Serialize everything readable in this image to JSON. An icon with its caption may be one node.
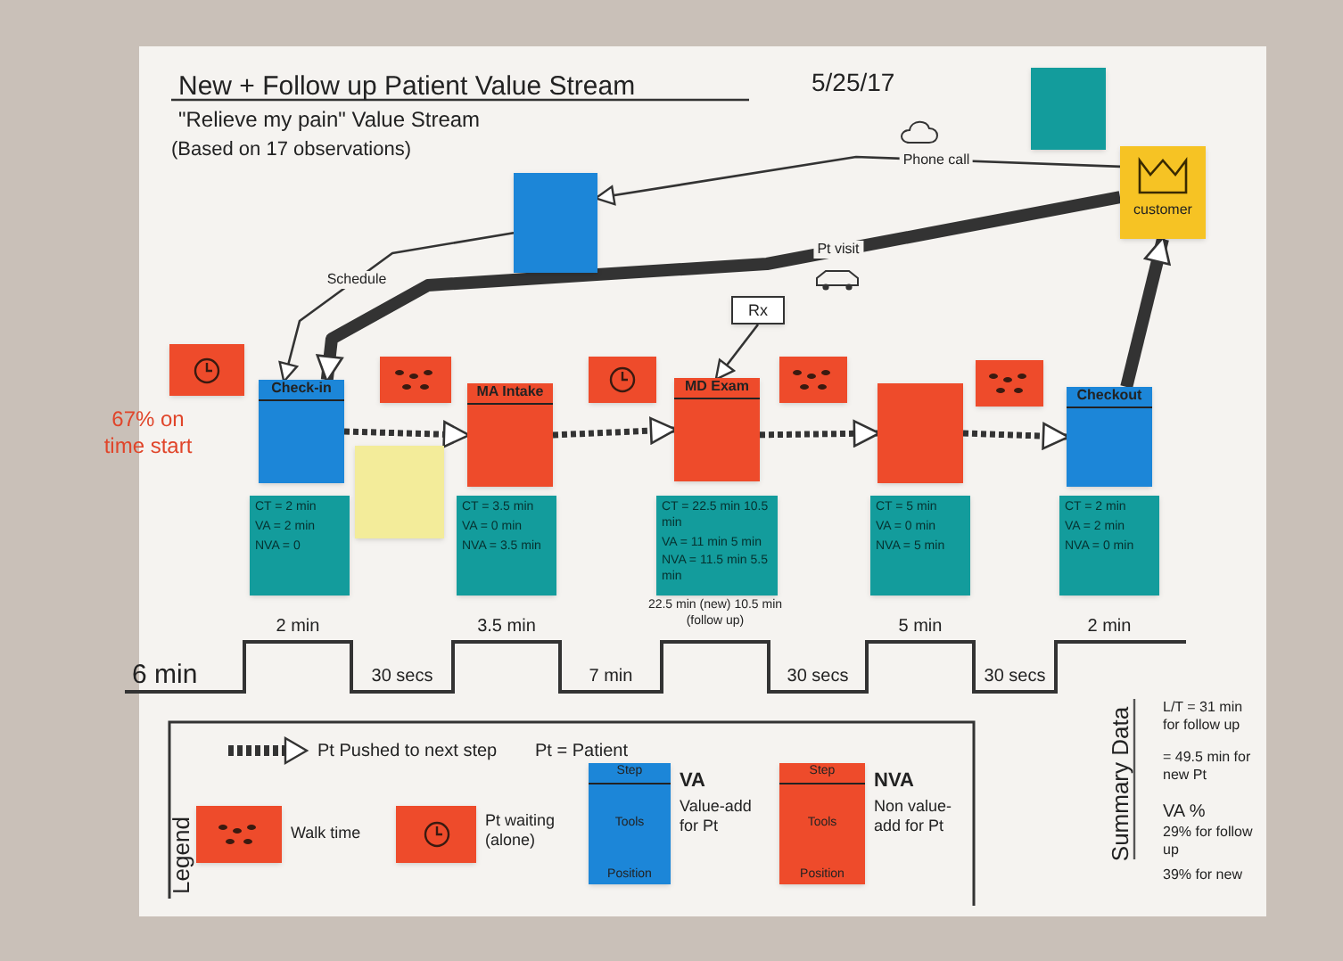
{
  "diagram": {
    "title": "New + Follow up Patient Value Stream",
    "nodes": [
      {
        "text": [],
        "shape": "box"
      },
      {
        "text": [
          "customer"
        ]
      },
      {
        "text": [],
        "shape": "box"
      },
      {
        "text": [
          "Rx"
        ]
      },
      {
        "text": [],
        "shape": "box"
      },
      {
        "text": [
          "Check-in"
        ]
      },
      {
        "text": [],
        "shape": "box"
      },
      {
        "text": [
          "MA Intake"
        ]
      },
      {
        "text": [],
        "shape": "box"
      },
      {
        "text": [
          "MD Exam"
        ]
      },
      {
        "text": [],
        "shape": "box"
      },
      {
        "text": [],
        "shape": "box"
      },
      {
        "text": [],
        "shape": "box"
      },
      {
        "text": [
          "Checkout"
        ]
      },
      {
        "text": [],
        "shape": "box"
      },
      {
        "text": [
          "CT = 2 min",
          "VA = 2 min",
          "NVA = 0"
        ]
      },
      {
        "text": [
          "CT = 3.5 min",
          "VA = 0 min",
          "NVA = 3.5 min"
        ]
      },
      {
        "text": [
          "CT = 22.5 min 10.5 min",
          "VA = 11 min 5 min",
          "NVA = 11.5 min 5.5 min"
        ]
      },
      {
        "text": [
          "CT = 5 min",
          "VA = 0 min",
          "NVA = 5 min"
        ]
      },
      {
        "text": [
          "CT = 2 min",
          "VA = 2 min",
          "NVA = 0 min"
        ]
      },
      {
        "text": [],
        "shape": "box",
        "beside": [
          "Walk time"
        ]
      },
      {
        "text": [],
        "shape": "box",
        "beside": [
          "Pt waiting (alone)"
        ]
      },
      {
        "text": [
          "Step",
          "Tools",
          "Position"
        ],
        "beside": [
          "VA",
          "Value-add for Pt"
        ]
      },
      {
        "text": [
          "Step",
          "Tools",
          "Position"
        ],
        "beside": [
          "NVA",
          "Non value-add for Pt"
        ]
      }
    ],
    "edges": [
      {
        "from": 5,
        "to": 7,
        "arrow": "to",
        "style": "dashed"
      },
      {
        "from": 7,
        "to": 9,
        "arrow": "to",
        "style": "dashed"
      },
      {
        "from": 9,
        "to": 11,
        "arrow": "to",
        "style": "dashed"
      },
      {
        "from": 11,
        "to": 13,
        "arrow": "to",
        "style": "dashed"
      },
      {
        "from": 13,
        "to": 1,
        "arrow": "to",
        "style": "thick"
      },
      {
        "from": 1,
        "to": 5,
        "arrow": "to",
        "style": "thick",
        "label": "Pt visit"
      },
      {
        "from": 1,
        "to": 2,
        "arrow": "to",
        "label": "Phone call"
      },
      {
        "from": 2,
        "to": 5,
        "arrow": "to",
        "label": "Schedule"
      },
      {
        "from": 3,
        "to": 9,
        "arrow": "to"
      }
    ],
    "labels": [
      "5/25/17",
      "\"Relieve my pain\" Value Stream",
      "(Based on 17 observations)",
      "67% on time start",
      "6 min",
      "2 min",
      "30 secs",
      "3.5 min",
      "7 min",
      "22.5 min (new) 10.5 min (follow up)",
      "30 secs",
      "5 min",
      "30 secs",
      "2 min",
      "Legend",
      "Pt Pushed to next step",
      "Pt = Patient",
      "Summary Data",
      "L/T = 31 min for follow up",
      "= 49.5 min for new Pt",
      "VA %",
      "29% for follow up",
      "39% for new"
    ]
  }
}
